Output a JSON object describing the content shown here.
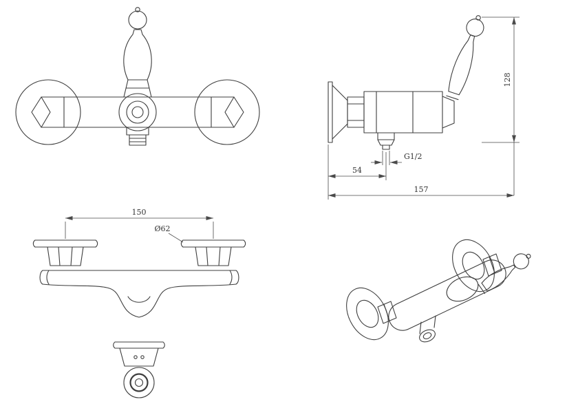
{
  "meta": {
    "background": "#ffffff",
    "line_color": "#3d3d3d",
    "dim_color": "#4a4a4a"
  },
  "dimensions": {
    "height": "128",
    "wall_to_outlet": "54",
    "outlet_thread": "G1/2",
    "total_depth": "157",
    "hole_spacing": "150",
    "flange_diameter": "Ø62"
  }
}
